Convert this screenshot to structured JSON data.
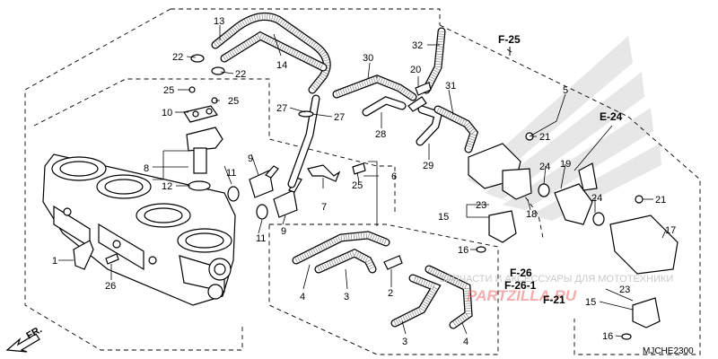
{
  "diagram_code": "MJCHE2300",
  "direction_label": "FR.",
  "references": {
    "f25": "F-25",
    "e24": "E-24",
    "f26": "F-26",
    "f261": "F-26-1",
    "f21": "F-21"
  },
  "watermark": {
    "caption": "ЗАПЧАСТИ И АКСЕССУАРЫ ДЛЯ МОТОТЕХНИКИ",
    "logo": "PARTZILLA.RU"
  },
  "callouts": {
    "c1": "1",
    "c2": "2",
    "c3a": "3",
    "c3b": "3",
    "c4a": "4",
    "c4b": "4",
    "c5": "5",
    "c6": "6",
    "c7": "7",
    "c8": "8",
    "c9a": "9",
    "c9b": "9",
    "c10": "10",
    "c11a": "11",
    "c11b": "11",
    "c12": "12",
    "c13": "13",
    "c14": "14",
    "c15a": "15",
    "c15b": "15",
    "c16a": "16",
    "c16b": "16",
    "c17": "17",
    "c18": "18",
    "c19": "19",
    "c20": "20",
    "c21a": "21",
    "c21b": "21",
    "c22a": "22",
    "c22b": "22",
    "c23a": "23",
    "c23b": "23",
    "c24a": "24",
    "c24b": "24",
    "c25a": "25",
    "c25b": "25",
    "c25c": "25",
    "c26": "26",
    "c27a": "27",
    "c27b": "27",
    "c28": "28",
    "c29": "29",
    "c30": "30",
    "c31": "31",
    "c32": "32"
  }
}
